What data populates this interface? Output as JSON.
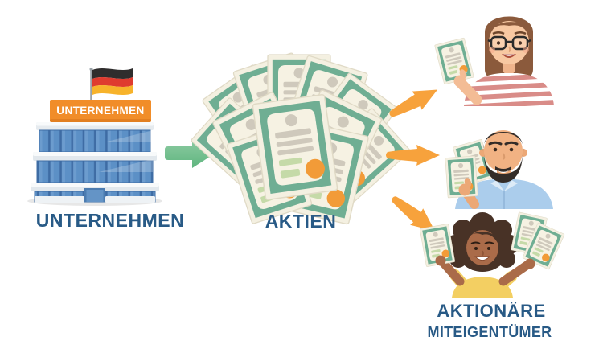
{
  "diagram": {
    "type": "flow-infographic",
    "language": "de",
    "nodes": [
      {
        "id": "company",
        "label": "UNTERNEHMEN",
        "sign_text": "UNTERNEHMEN",
        "icon": "office-building-with-german-flag"
      },
      {
        "id": "shares",
        "label": "AKTIEN",
        "icon": "pile-of-stock-certificates"
      },
      {
        "id": "shareholders",
        "label": "AKTIONÄRE",
        "sublabel": "MITEIGENTÜMER",
        "icon": "three-shareholder-portraits",
        "portraits": [
          {
            "icon": "woman-with-glasses-holding-certificate"
          },
          {
            "icon": "bearded-man-holding-two-certificates"
          },
          {
            "icon": "woman-holding-certificates-in-both-hands"
          }
        ]
      }
    ],
    "connections": [
      {
        "from": "company",
        "to": "shares",
        "icon": "green-block-arrow-right"
      },
      {
        "from": "shares",
        "to": "shareholders",
        "icon": "orange-arrow-up-right"
      },
      {
        "from": "shares",
        "to": "shareholders",
        "icon": "orange-arrow-right"
      },
      {
        "from": "shares",
        "to": "shareholders",
        "icon": "orange-arrow-down-right"
      }
    ]
  },
  "colors": {
    "label-blue": "#285A86",
    "sign-orange": "#F18D29",
    "arrow-orange": "#F7A23C",
    "arrow-green": "#6EBE8D",
    "cert-green": "#6FAE93",
    "cert-paper": "#F4F0E1",
    "cert-seal": "#F29B38",
    "building-blue": "#5C90C6",
    "building-blue-dark": "#3E6CA4",
    "slab-gray": "#E6EBEF",
    "flag-black": "#2F2D2D",
    "flag-red": "#DF3B2F",
    "flag-gold": "#F7B32B"
  }
}
